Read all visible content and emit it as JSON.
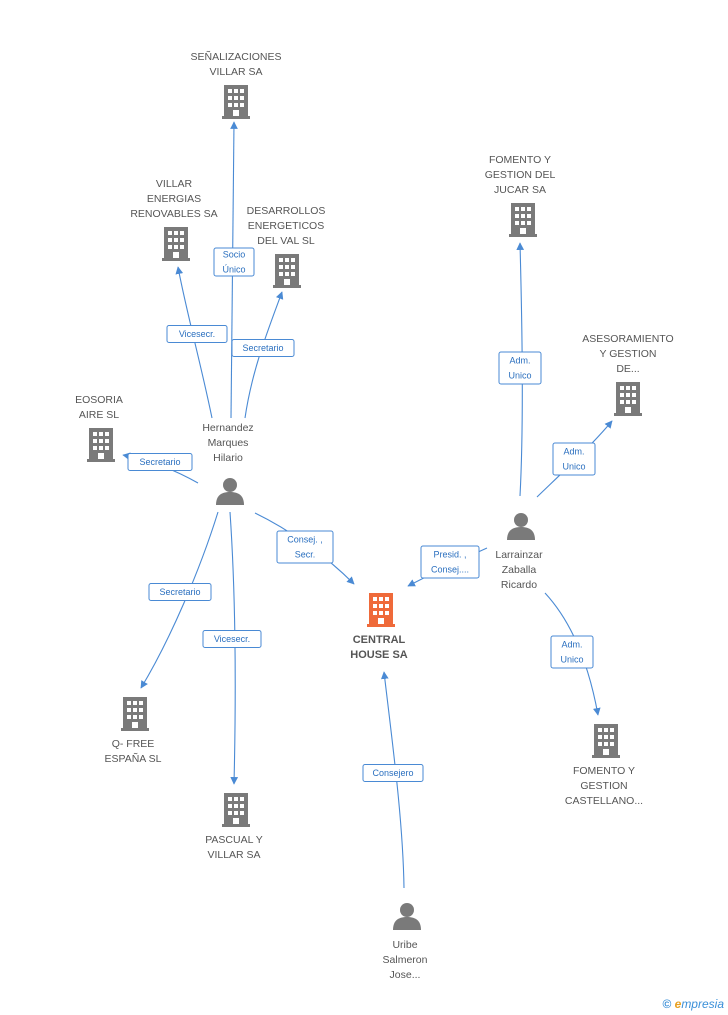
{
  "colors": {
    "edge": "#4a8ad4",
    "node": "#7a7a7a",
    "center": "#ef6a3a",
    "text": "#555555"
  },
  "nodes": [
    {
      "id": "senalizaciones",
      "type": "company",
      "label": [
        "SEÑALIZACIONES",
        "VILLAR SA"
      ]
    },
    {
      "id": "villar_energias",
      "type": "company",
      "label": [
        "VILLAR",
        "ENERGIAS",
        "RENOVABLES SA"
      ]
    },
    {
      "id": "desarrollos",
      "type": "company",
      "label": [
        "DESARROLLOS",
        "ENERGETICOS",
        "DEL VAL SL"
      ]
    },
    {
      "id": "fomento_jucar",
      "type": "company",
      "label": [
        "FOMENTO Y",
        "GESTION DEL",
        "JUCAR SA"
      ]
    },
    {
      "id": "asesoramiento",
      "type": "company",
      "label": [
        "ASESORAMIENTO",
        "Y GESTION",
        "DE..."
      ]
    },
    {
      "id": "eosoria",
      "type": "company",
      "label": [
        "EOSORIA",
        "AIRE SL"
      ]
    },
    {
      "id": "hernandez",
      "type": "person",
      "label": [
        "Hernandez",
        "Marques",
        "Hilario"
      ]
    },
    {
      "id": "larrainzar",
      "type": "person",
      "label": [
        "Larrainzar",
        "Zaballa",
        "Ricardo"
      ]
    },
    {
      "id": "central",
      "type": "center",
      "label": [
        "CENTRAL",
        "HOUSE SA"
      ]
    },
    {
      "id": "qfree",
      "type": "company",
      "label": [
        "Q- FREE",
        "ESPAÑA  SL"
      ]
    },
    {
      "id": "pascual",
      "type": "company",
      "label": [
        "PASCUAL Y",
        "VILLAR SA"
      ]
    },
    {
      "id": "fomento_castellano",
      "type": "company",
      "label": [
        "FOMENTO Y",
        "GESTION",
        "CASTELLANO..."
      ]
    },
    {
      "id": "uribe",
      "type": "person",
      "label": [
        "Uribe",
        "Salmeron",
        "Jose..."
      ]
    }
  ],
  "edges": [
    {
      "id": "h-senal",
      "from": "hernandez",
      "to": "senalizaciones",
      "label": [
        "Socio",
        "Único"
      ]
    },
    {
      "id": "h-venerg",
      "from": "hernandez",
      "to": "villar_energias",
      "label": [
        "Vicesecr."
      ]
    },
    {
      "id": "h-desarr",
      "from": "hernandez",
      "to": "desarrollos",
      "label": [
        "Secretario"
      ]
    },
    {
      "id": "h-eosoria",
      "from": "hernandez",
      "to": "eosoria",
      "label": [
        "Secretario"
      ]
    },
    {
      "id": "h-central",
      "from": "hernandez",
      "to": "central",
      "label": [
        "Consej. ,",
        "Secr."
      ]
    },
    {
      "id": "h-qfree",
      "from": "hernandez",
      "to": "qfree",
      "label": [
        "Secretario"
      ]
    },
    {
      "id": "h-pascual",
      "from": "hernandez",
      "to": "pascual",
      "label": [
        "Vicesecr."
      ]
    },
    {
      "id": "l-jucar",
      "from": "larrainzar",
      "to": "fomento_jucar",
      "label": [
        "Adm.",
        "Unico"
      ]
    },
    {
      "id": "l-asesor",
      "from": "larrainzar",
      "to": "asesoramiento",
      "label": [
        "Adm.",
        "Unico"
      ]
    },
    {
      "id": "l-central",
      "from": "larrainzar",
      "to": "central",
      "label": [
        "Presid. ,",
        "Consej...."
      ]
    },
    {
      "id": "l-castell",
      "from": "larrainzar",
      "to": "fomento_castellano",
      "label": [
        "Adm.",
        "Unico"
      ]
    },
    {
      "id": "u-central",
      "from": "uribe",
      "to": "central",
      "label": [
        "Consejero"
      ]
    }
  ],
  "brand": {
    "copyright": "©",
    "e": "e",
    "rest": "mpresia"
  }
}
